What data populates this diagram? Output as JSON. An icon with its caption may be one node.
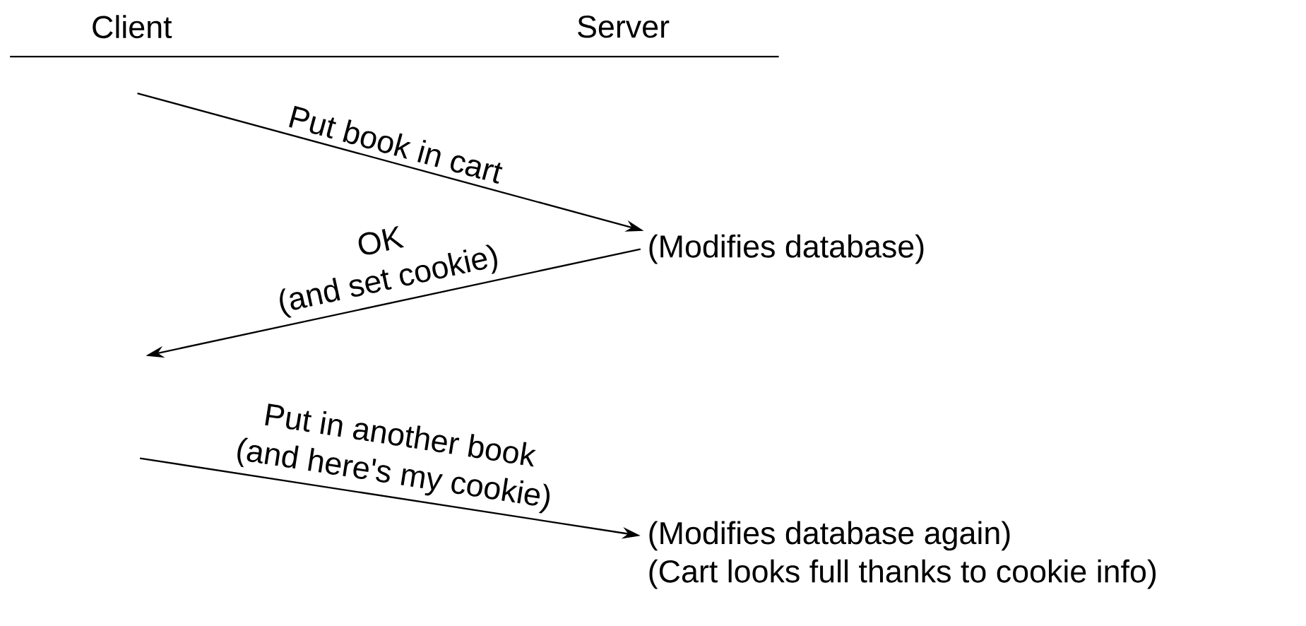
{
  "diagram": {
    "nodes": [
      {
        "text": [
          "(Modifies database)"
        ]
      },
      {
        "text": [
          "(Modifies database again)",
          "(Cart looks full thanks to cookie info)"
        ]
      }
    ],
    "edges": [
      {
        "from": null,
        "to": 0,
        "arrow": "to",
        "label": "Put book in cart"
      },
      {
        "from": 0,
        "to": null,
        "arrow": "to",
        "label": "OK (and set cookie)"
      },
      {
        "from": null,
        "to": 1,
        "arrow": "to",
        "label": "Put in another book (and here's my cookie)"
      }
    ],
    "labels": [
      "Client",
      "Server"
    ]
  }
}
